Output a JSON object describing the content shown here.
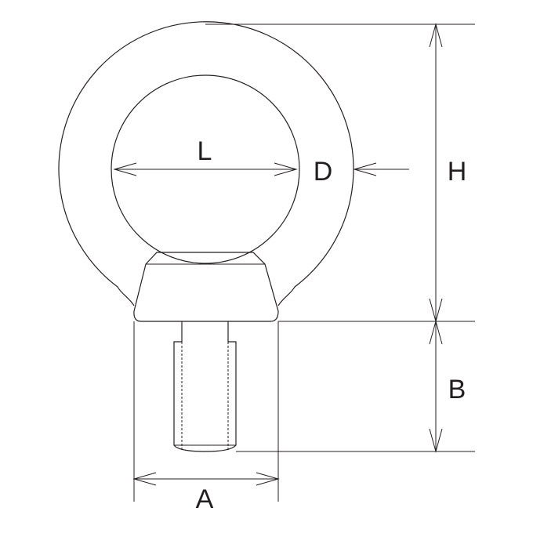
{
  "diagram": {
    "labels": {
      "L": "L",
      "D": "D",
      "H": "H",
      "B": "B",
      "A": "A"
    },
    "line_color": "#231f20",
    "background": "#ffffff"
  }
}
